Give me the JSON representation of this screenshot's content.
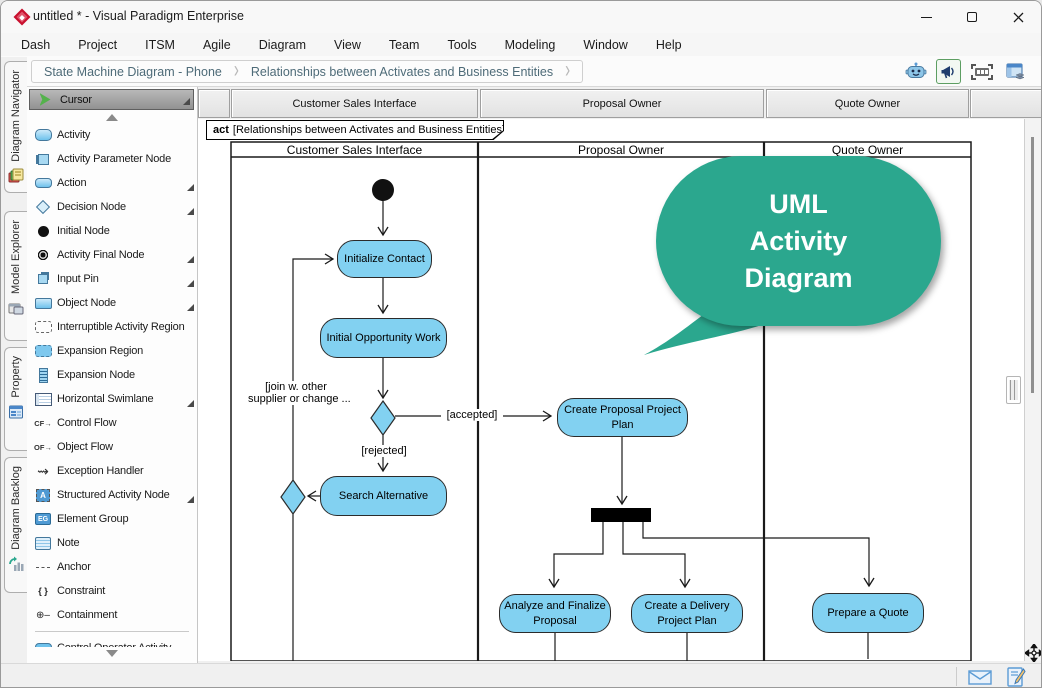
{
  "window": {
    "title": "untitled * - Visual Paradigm Enterprise"
  },
  "menu": {
    "items": [
      "Dash",
      "Project",
      "ITSM",
      "Agile",
      "Diagram",
      "View",
      "Team",
      "Tools",
      "Modeling",
      "Window",
      "Help"
    ]
  },
  "breadcrumb": {
    "items": [
      "State Machine Diagram - Phone",
      "Relationships between Activates and Business Entities"
    ]
  },
  "toolbar": {
    "icons": [
      "bot",
      "announcement",
      "selection-frame",
      "panel-layout"
    ]
  },
  "side_tabs": [
    {
      "label": "Diagram Navigator",
      "icon": "diagram-navigator"
    },
    {
      "label": "Model Explorer",
      "icon": "model-explorer"
    },
    {
      "label": "Property",
      "icon": "property"
    },
    {
      "label": "Diagram Backlog",
      "icon": "diagram-backlog"
    }
  ],
  "palette": {
    "selected": {
      "label": "Cursor",
      "icon": "cursor"
    },
    "items": [
      {
        "label": "Activity",
        "icon": "activity",
        "has_submenu": false
      },
      {
        "label": "Activity Parameter Node",
        "icon": "activity-parameter-node",
        "has_submenu": false
      },
      {
        "label": "Action",
        "icon": "action",
        "has_submenu": true
      },
      {
        "label": "Decision Node",
        "icon": "decision-node",
        "has_submenu": true
      },
      {
        "label": "Initial Node",
        "icon": "initial-node",
        "has_submenu": false
      },
      {
        "label": "Activity Final Node",
        "icon": "activity-final-node",
        "has_submenu": true
      },
      {
        "label": "Input Pin",
        "icon": "input-pin",
        "has_submenu": true
      },
      {
        "label": "Object Node",
        "icon": "object-node",
        "has_submenu": true
      },
      {
        "label": "Interruptible Activity Region",
        "icon": "interruptible-activity-region",
        "has_submenu": false
      },
      {
        "label": "Expansion Region",
        "icon": "expansion-region",
        "has_submenu": false
      },
      {
        "label": "Expansion Node",
        "icon": "expansion-node",
        "has_submenu": false
      },
      {
        "label": "Horizontal Swimlane",
        "icon": "horizontal-swimlane",
        "has_submenu": true
      },
      {
        "label": "Control Flow",
        "icon": "control-flow",
        "has_submenu": false
      },
      {
        "label": "Object Flow",
        "icon": "object-flow",
        "has_submenu": false
      },
      {
        "label": "Exception Handler",
        "icon": "exception-handler",
        "has_submenu": false
      },
      {
        "label": "Structured Activity Node",
        "icon": "structured-activity-node",
        "has_submenu": true
      },
      {
        "label": "Element Group",
        "icon": "element-group",
        "has_submenu": false
      },
      {
        "label": "Note",
        "icon": "note",
        "has_submenu": false
      },
      {
        "label": "Anchor",
        "icon": "anchor",
        "has_submenu": false
      },
      {
        "label": "Constraint",
        "icon": "constraint",
        "has_submenu": false
      },
      {
        "label": "Containment",
        "icon": "containment",
        "has_submenu": false
      }
    ],
    "partial_item": {
      "label": "Control Operator Activity",
      "icon": "control-operator"
    }
  },
  "diagram": {
    "frame": {
      "keyword": "act",
      "title": "[Relationships between Activates and Business Entities]"
    },
    "lanes": [
      "Customer Sales Interface",
      "Proposal Owner",
      "Quote Owner"
    ],
    "nodes": {
      "initialize_contact": "Initialize Contact",
      "initial_opportunity_work": "Initial Opportunity Work",
      "search_alternative": "Search Alternative",
      "create_proposal_project_plan": "Create Proposal Project Plan",
      "analyze_and_finalize_proposal": "Analyze and Finalize Proposal",
      "create_a_delivery_project_plan": "Create a Delivery Project Plan",
      "prepare_a_quote": "Prepare a Quote"
    },
    "guards": {
      "accepted": "[accepted]",
      "rejected": "[rejected]",
      "join_line1": "[join w. other",
      "join_line2": "supplier or change ..."
    }
  },
  "callout": {
    "line1": "UML",
    "line2": "Activity",
    "line3": "Diagram",
    "color": "#2BA78E"
  },
  "colors": {
    "node_fill": "#82d1f1",
    "node_border": "#2b2b2b",
    "callout": "#2BA78E",
    "fork_bar": "#000000"
  },
  "statusbar": {
    "icons": [
      "mail",
      "edit-note"
    ]
  }
}
